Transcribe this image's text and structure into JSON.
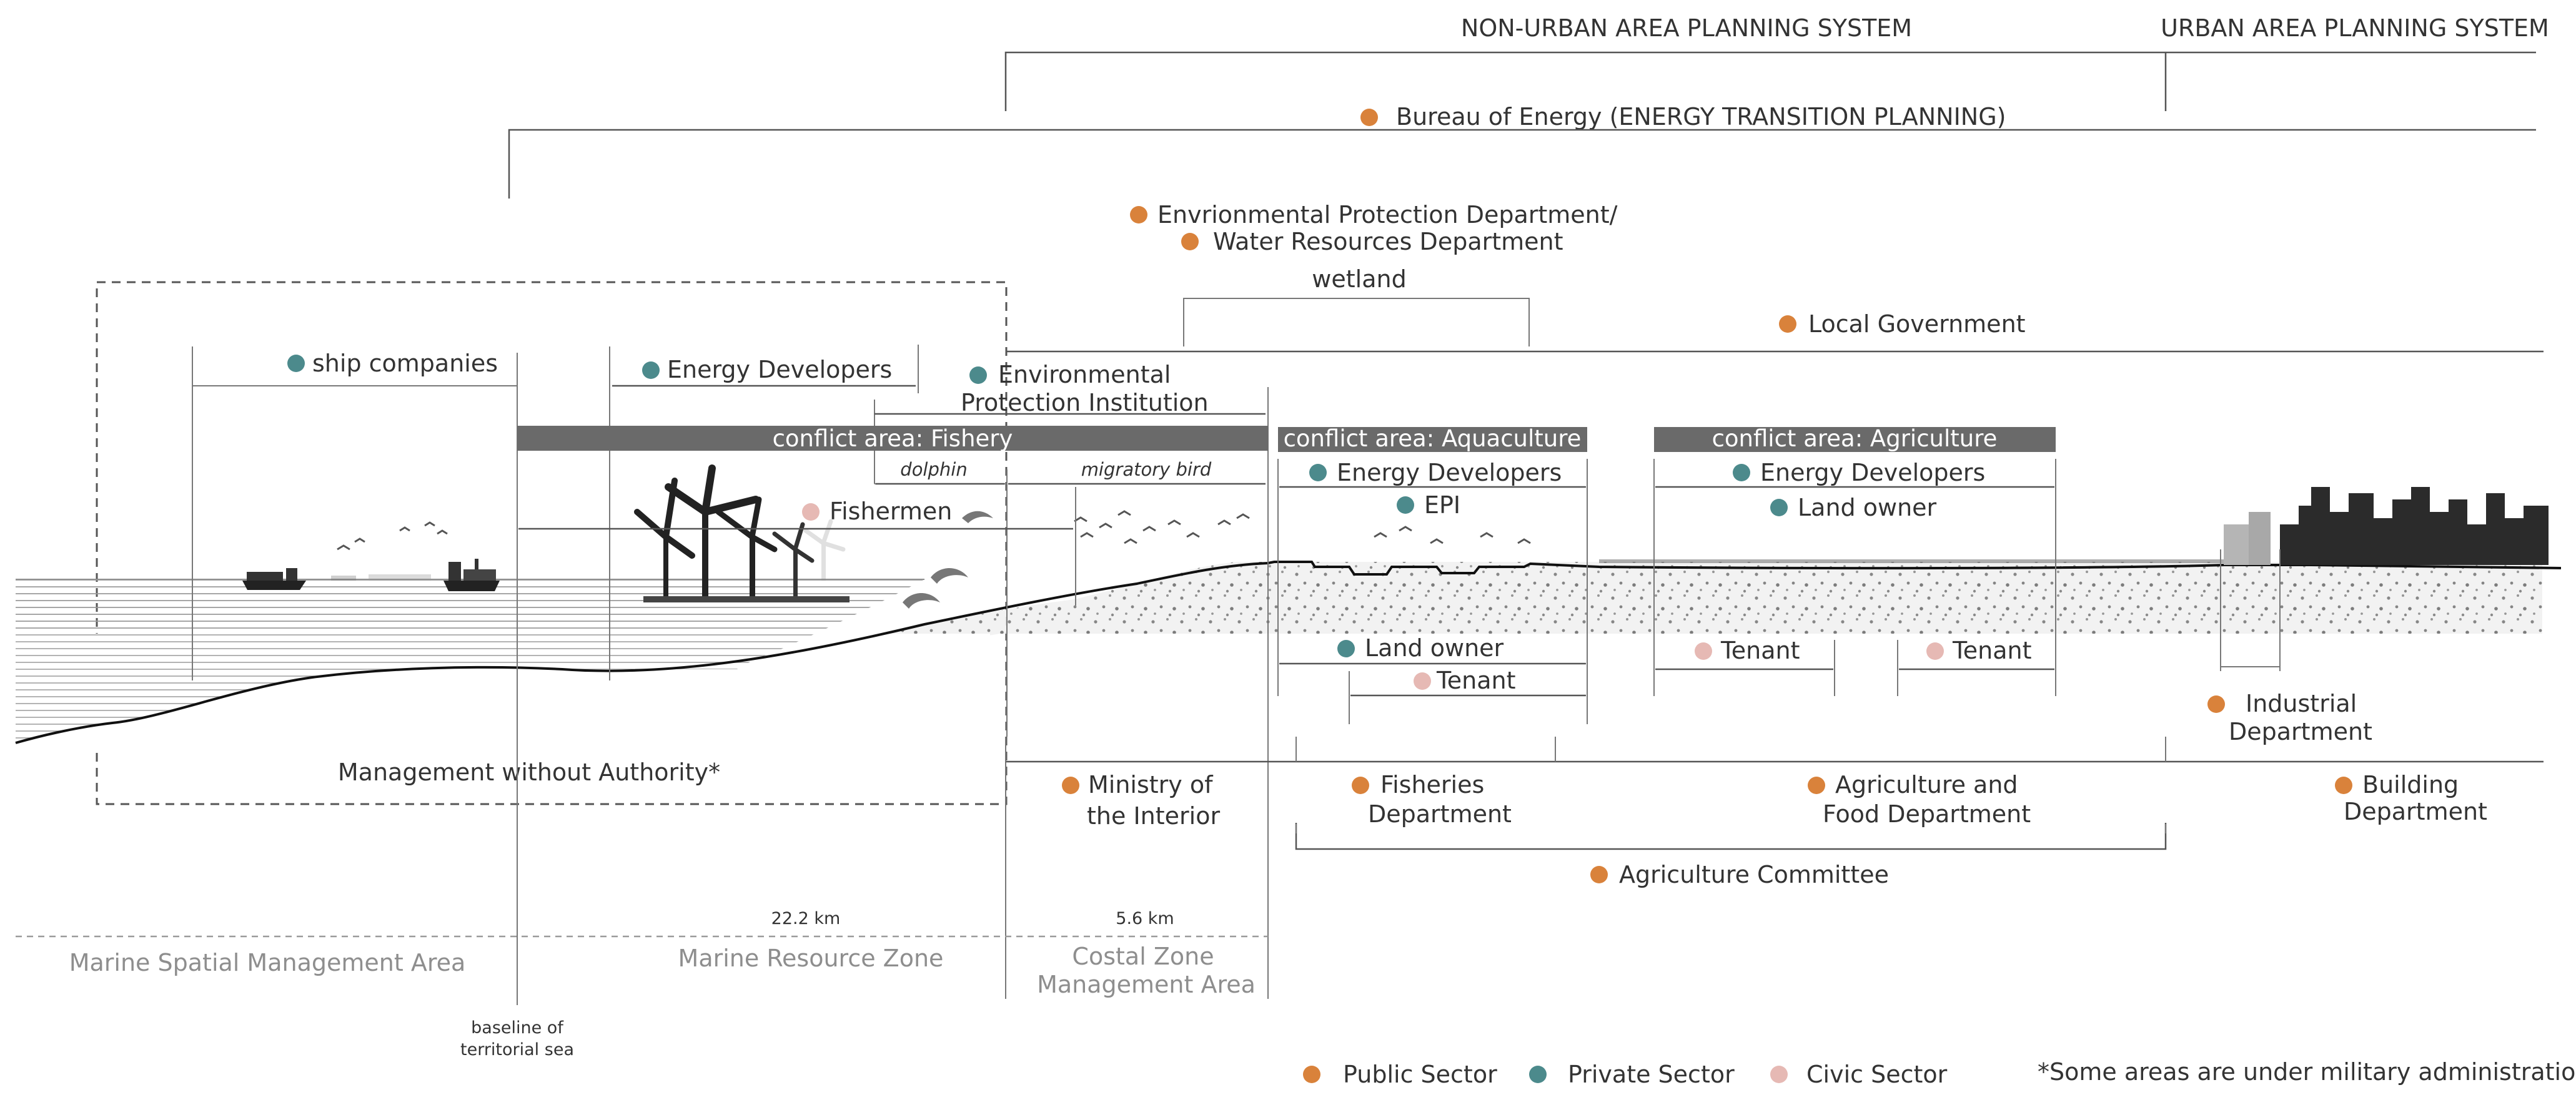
{
  "colors": {
    "public": "#d9823b",
    "private": "#4c8a8c",
    "civic": "#e6b9b4",
    "conflict_bar": "#6a6a6a",
    "line": "#555555",
    "zone_text": "#8e8e8e"
  },
  "systems": {
    "non_urban": "NON-URBAN AREA PLANNING SYSTEM",
    "urban": "URBAN AREA PLANNING SYSTEM"
  },
  "actors": {
    "bureau_energy": "Bureau of Energy  (ENERGY TRANSITION PLANNING)",
    "env_protection_dept": "Envrionmental Protection Department/",
    "water_resources_dept": "Water Resources Department",
    "wetland": "wetland",
    "local_government": "Local Government",
    "ship_companies": "ship companies",
    "energy_developers": "Energy Developers",
    "env_institution_1": "Environmental",
    "env_institution_2": "Protection Institution",
    "fishermen": "Fishermen",
    "dolphin": "dolphin",
    "migratory_bird": "migratory bird",
    "energy_developers_aqua": "Energy Developers",
    "epi": "EPI",
    "energy_developers_agri": "Energy Developers",
    "land_owner_agri": "Land owner",
    "land_owner_aqua": "Land owner",
    "tenant_aqua": "Tenant",
    "tenant_agri_1": "Tenant",
    "tenant_agri_2": "Tenant",
    "industrial_1": "Industrial",
    "industrial_2": "Department",
    "ministry_1": "Ministry of",
    "ministry_2": "the Interior",
    "fisheries_1": "Fisheries",
    "fisheries_2": "Department",
    "agri_food_1": "Agriculture and",
    "agri_food_2": "Food Department",
    "building_1": "Building",
    "building_2": "Department",
    "agri_committee": "Agriculture Committee",
    "management_without_authority": "Management without Authority*"
  },
  "conflicts": {
    "fishery": "conflict area: Fishery",
    "aquaculture": "conflict area: Aquaculture",
    "agriculture": "conflict area: Agriculture"
  },
  "zones": {
    "marine_spatial": "Marine Spatial Management Area",
    "marine_resource": "Marine Resource Zone",
    "coastal_1": "Costal Zone",
    "coastal_2": "Management Area",
    "dist_22": "22.2 km",
    "dist_5": "5.6 km",
    "baseline_1": "baseline of",
    "baseline_2": "territorial sea"
  },
  "legend": {
    "public": "Public Sector",
    "private": "Private Sector",
    "civic": "Civic Sector",
    "note": "*Some areas are under military administration"
  },
  "icons": [
    "cargo-ship-icon",
    "container-ship-icon",
    "wind-turbine-icon",
    "dolphin-icon",
    "bird-icon",
    "city-skyline-icon"
  ]
}
